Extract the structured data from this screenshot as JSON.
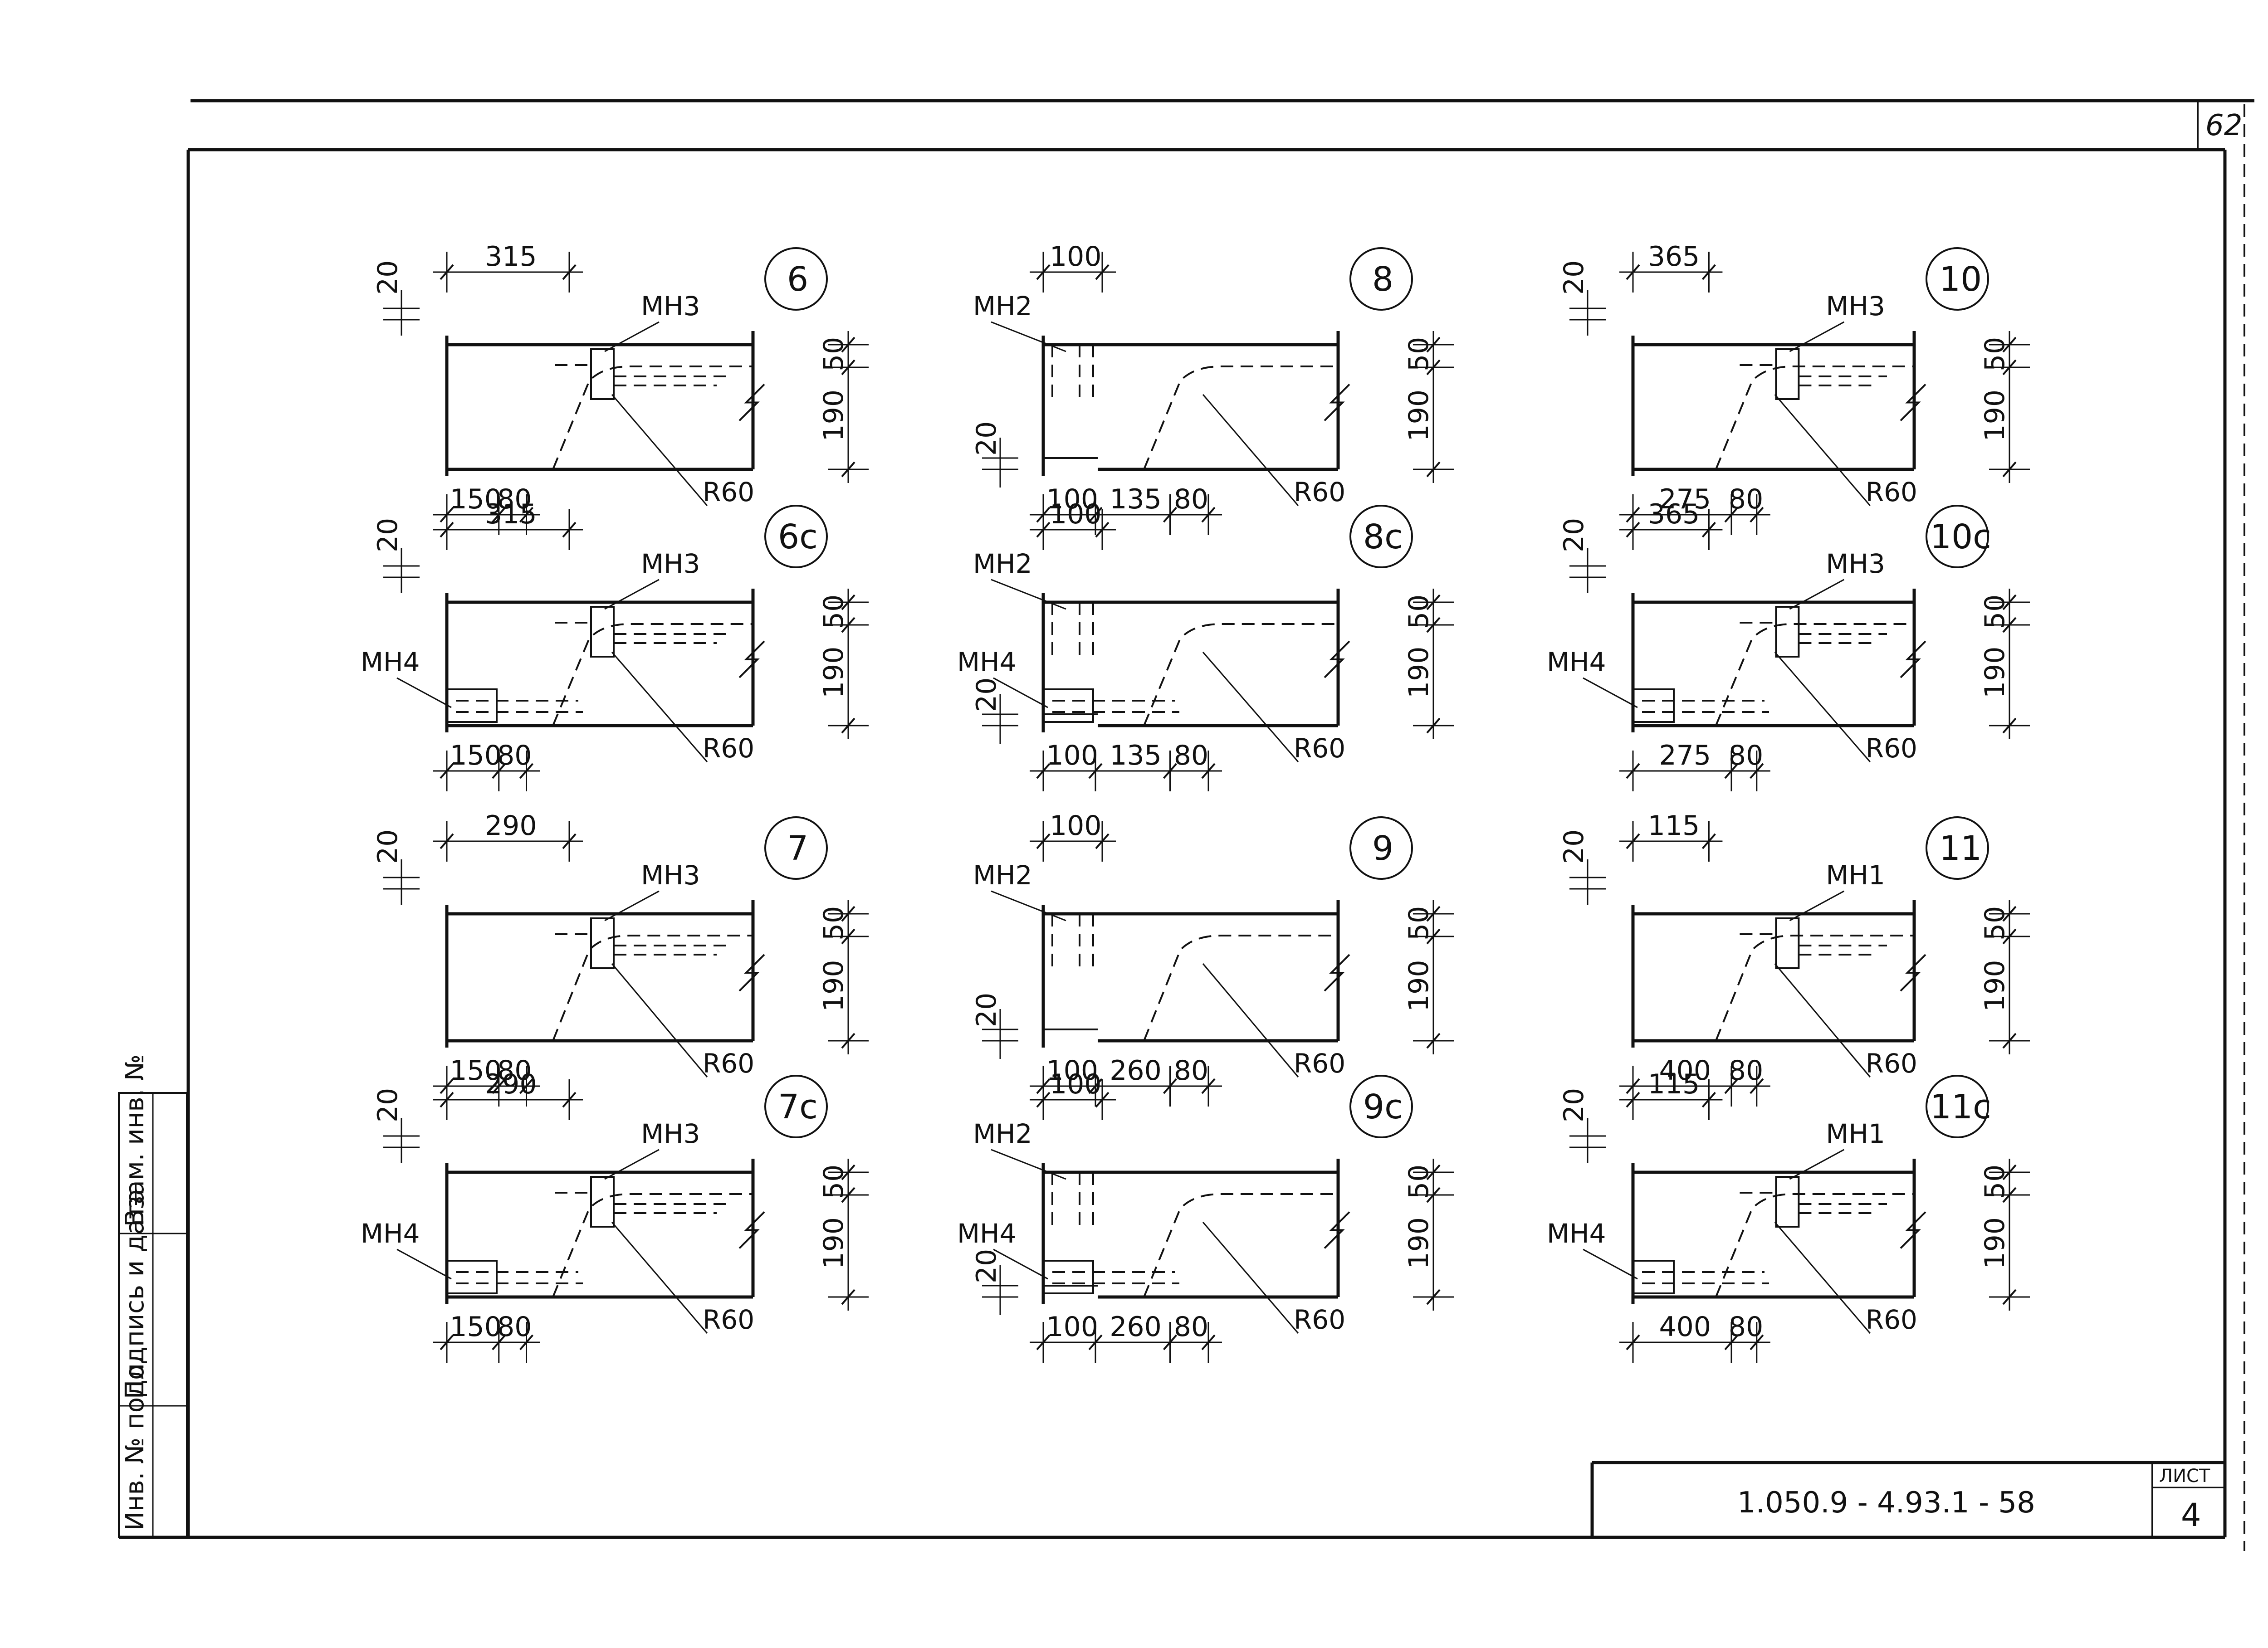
{
  "sheet_number_top": "62",
  "title_block": {
    "code": "1.050.9 - 4.93.1 - 58",
    "list_label": "ЛИСТ",
    "list_number": "4"
  },
  "side_stamp": [
    "Инв. № подл.",
    "Подпись и дата",
    "Взам. инв. №"
  ],
  "details": [
    {
      "tag": "6",
      "top_dim": "315",
      "bottom_dims": [
        "150",
        "80"
      ],
      "plate": "МН3",
      "radius": "R60",
      "v_top": "20",
      "v_right": [
        "50",
        "190"
      ]
    },
    {
      "tag": "6с",
      "top_dim": "315",
      "bottom_dims": [
        "150",
        "80"
      ],
      "plate": "МН3",
      "insert": "МН4",
      "radius": "R60",
      "v_top": "20",
      "v_right": [
        "50",
        "190"
      ]
    },
    {
      "tag": "7",
      "top_dim": "290",
      "bottom_dims": [
        "150",
        "80"
      ],
      "plate": "МН3",
      "radius": "R60",
      "v_top": "20",
      "v_right": [
        "50",
        "190"
      ]
    },
    {
      "tag": "7с",
      "top_dim": "290",
      "bottom_dims": [
        "150",
        "80"
      ],
      "plate": "МН3",
      "insert": "МН4",
      "radius": "R60",
      "v_top": "20",
      "v_right": [
        "50",
        "190"
      ]
    },
    {
      "tag": "8",
      "top_dim": "100",
      "bottom_dims": [
        "100",
        "135",
        "80"
      ],
      "plate": "МН2",
      "radius": "R60",
      "v_left": "20",
      "v_right": [
        "50",
        "190"
      ]
    },
    {
      "tag": "8с",
      "top_dim": "100",
      "bottom_dims": [
        "100",
        "135",
        "80"
      ],
      "plate": "МН2",
      "insert": "МН4",
      "radius": "R60",
      "v_left": "20",
      "v_right": [
        "50",
        "190"
      ]
    },
    {
      "tag": "9",
      "top_dim": "100",
      "bottom_dims": [
        "100",
        "260",
        "80"
      ],
      "plate": "МН2",
      "radius": "R60",
      "v_left": "20",
      "v_right": [
        "50",
        "190"
      ]
    },
    {
      "tag": "9с",
      "top_dim": "100",
      "bottom_dims": [
        "100",
        "260",
        "80"
      ],
      "plate": "МН2",
      "insert": "МН4",
      "radius": "R60",
      "v_left": "20",
      "v_right": [
        "50",
        "190"
      ]
    },
    {
      "tag": "10",
      "top_dim": "365",
      "bottom_dims": [
        "275",
        "80"
      ],
      "plate": "МН3",
      "radius": "R60",
      "v_top": "20",
      "v_right": [
        "50",
        "190"
      ]
    },
    {
      "tag": "10с",
      "top_dim": "365",
      "bottom_dims": [
        "275",
        "80"
      ],
      "plate": "МН3",
      "insert": "МН4",
      "radius": "R60",
      "v_top": "20",
      "v_right": [
        "50",
        "190"
      ]
    },
    {
      "tag": "11",
      "top_dim": "115",
      "bottom_dims": [
        "400",
        "80"
      ],
      "plate": "МН1",
      "radius": "R60",
      "v_top": "20",
      "v_right": [
        "50",
        "190"
      ]
    },
    {
      "tag": "11с",
      "top_dim": "115",
      "bottom_dims": [
        "400",
        "80"
      ],
      "plate": "МН1",
      "insert": "МН4",
      "radius": "R60",
      "v_top": "20",
      "v_right": [
        "50",
        "190"
      ]
    }
  ]
}
